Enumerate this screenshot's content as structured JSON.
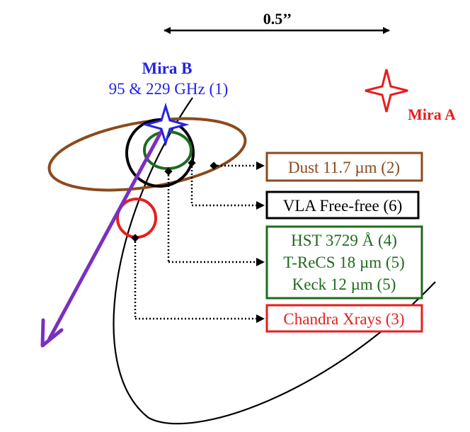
{
  "scale": {
    "label": "0.5’’"
  },
  "mira_b": {
    "name": "Mira B",
    "detail": "95 & 229 GHz (1)",
    "color": "#2323e6"
  },
  "mira_a": {
    "name": "Mira A",
    "color": "#e61e1e"
  },
  "labels": [
    {
      "key": "dust",
      "lines": [
        "Dust 11.7 µm (2)"
      ],
      "color": "#8b4a1c"
    },
    {
      "key": "vla",
      "lines": [
        "VLA Free-free (6)"
      ],
      "color": "#000000"
    },
    {
      "key": "optical",
      "lines": [
        "HST 3729 Å (4)",
        "T-ReCS 18 µm (5)",
        "Keck 12 µm (5)"
      ],
      "color": "#1e6b1e"
    },
    {
      "key": "chandra",
      "lines": [
        "Chandra Xrays (3)"
      ],
      "color": "#e61e1e"
    }
  ],
  "colors": {
    "orbit": "#000000",
    "arrow": "#7b2fbf",
    "dust_ellipse": "#8b4a1c",
    "vla_circle": "#000000",
    "optical_ellipse": "#1e6b1e",
    "xray_circle": "#e61e1e"
  }
}
